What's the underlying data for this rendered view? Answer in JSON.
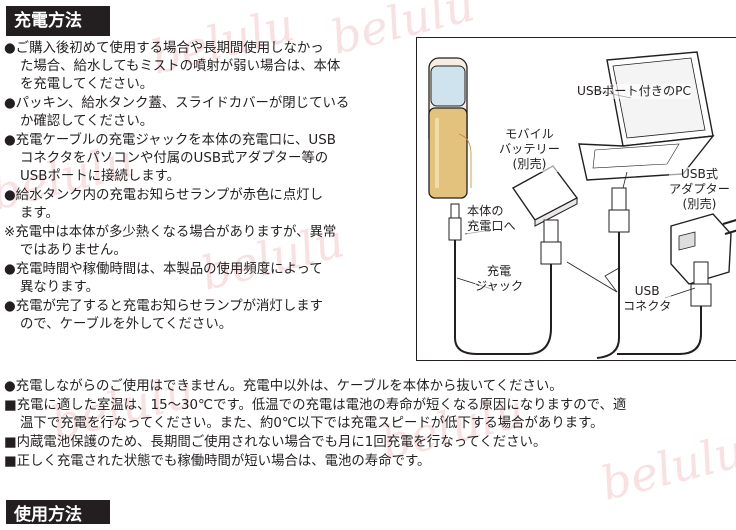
{
  "watermark": "belulu",
  "section1": {
    "title": "充電方法",
    "lines": [
      "●ご購入後初めて使用する場合や長期間使用しなかっ",
      "た場合、給水してもミストの噴射が弱い場合は、本体",
      "を充電してください。",
      "●パッキン、給水タンク蓋、スライドカバーが閉じている",
      "か確認してください。",
      "●充電ケーブルの充電ジャックを本体の充電口に、USB",
      "コネクタをパソコンや付属のUSB式アダプター等の",
      "USBポートに接続します。",
      "●給水タンク内の充電お知らせランプが赤色に点灯し",
      "ます。",
      "※充電中は本体が多少熱くなる場合がありますが、異常",
      "ではありません。",
      "●充電時間や稼働時間は、本製品の使用頻度によって",
      "異なります。",
      "●充電が完了すると充電お知らせランプが消灯します",
      "ので、ケーブルを外してください。",
      "●充電しながらのご使用はできません。充電中以外は、ケーブルを本体から抜いてください。",
      "■充電に適した室温は、15〜30℃です。低温での充電は電池の寿命が短くなる原因になりますので、適",
      "温下で充電を行なってください。また、約0℃以下では充電スピードが低下する場合があります。",
      "■内蔵電池保護のため、長期間ご使用されない場合でも月に1回充電を行なってください。",
      "■正しく充電された状態でも稼働時間が短い場合は、電池の寿命です。"
    ]
  },
  "figure": {
    "pc_label": "USBポート付きのPC",
    "battery_label": [
      "モバイル",
      "バッテリー",
      "(別売)"
    ],
    "adapter_label": [
      "USB式",
      "アダプター",
      "(別売)"
    ],
    "port_label": [
      "本体の",
      "充電口へ"
    ],
    "jack_label": [
      "充電",
      "ジャック"
    ],
    "connector_label": [
      "USB",
      "コネクタ"
    ]
  },
  "section2": {
    "title": "使用方法"
  }
}
